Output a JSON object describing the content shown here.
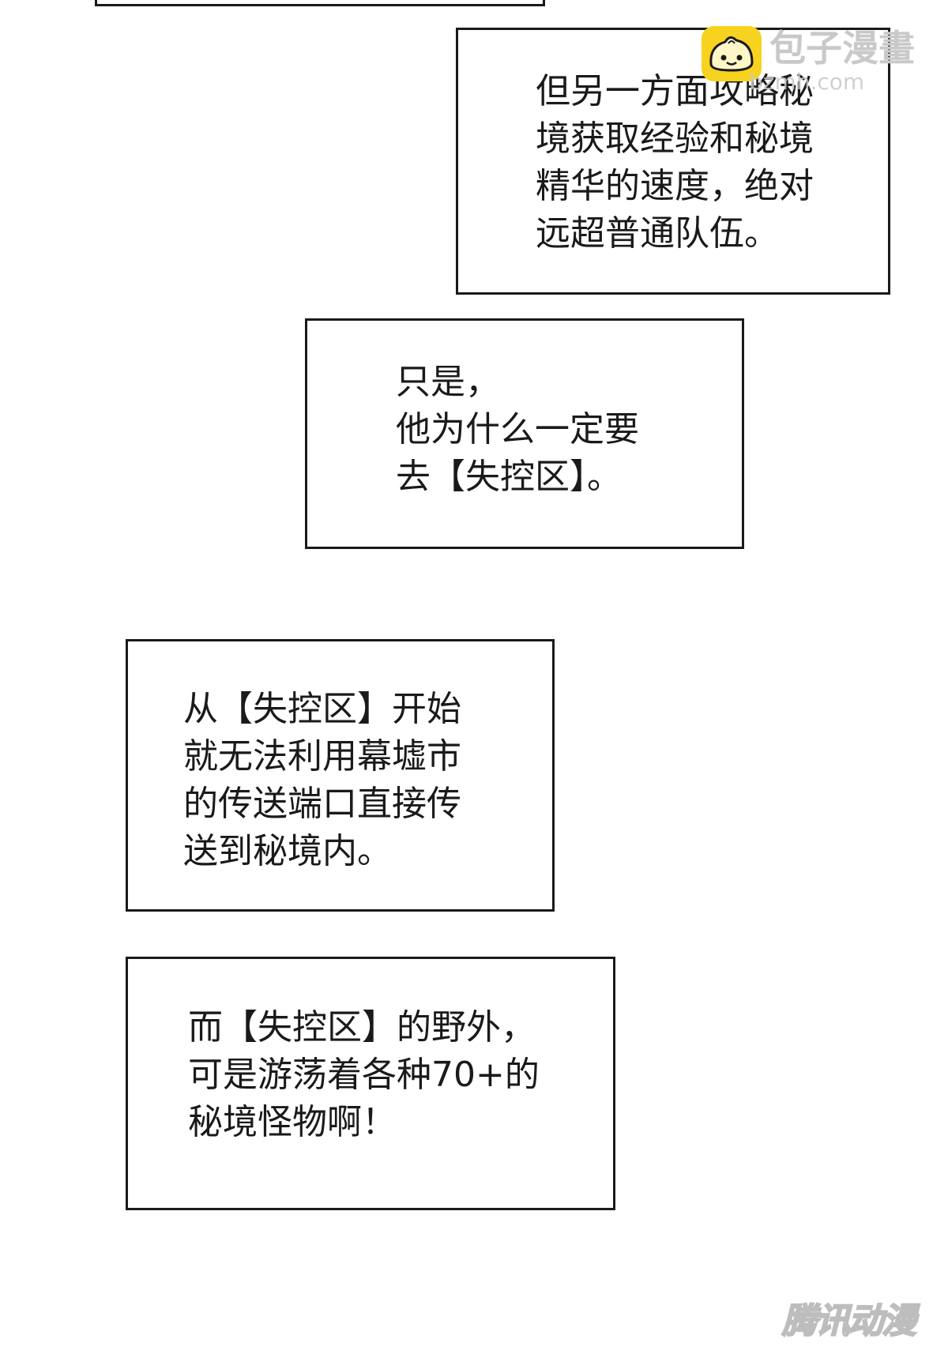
{
  "captions": [
    {
      "lines": [
        "但另一方面攻略秘",
        "境获取经验和秘境",
        "精华的速度，绝对",
        "远超普通队伍。"
      ]
    },
    {
      "lines": [
        "只是，",
        "他为什么一定要",
        "去【失控区】。"
      ]
    },
    {
      "lines": [
        "从【失控区】开始",
        "就无法利用幕墟市",
        "的传送端口直接传",
        "送到秘境内。"
      ]
    },
    {
      "lines": [
        "而【失控区】的野外，",
        "可是游荡着各种70+的",
        "秘境怪物啊！"
      ]
    }
  ],
  "watermarks": {
    "top_name": "包子漫畫",
    "top_url": "bzmh.com",
    "bun_icon": "bun-mascot-icon",
    "bun_color": "#f7d21e",
    "bottom_name": "腾讯动漫"
  },
  "colors": {
    "border": "#1a1a1a",
    "text": "#1a1a1a",
    "background": "#ffffff"
  }
}
